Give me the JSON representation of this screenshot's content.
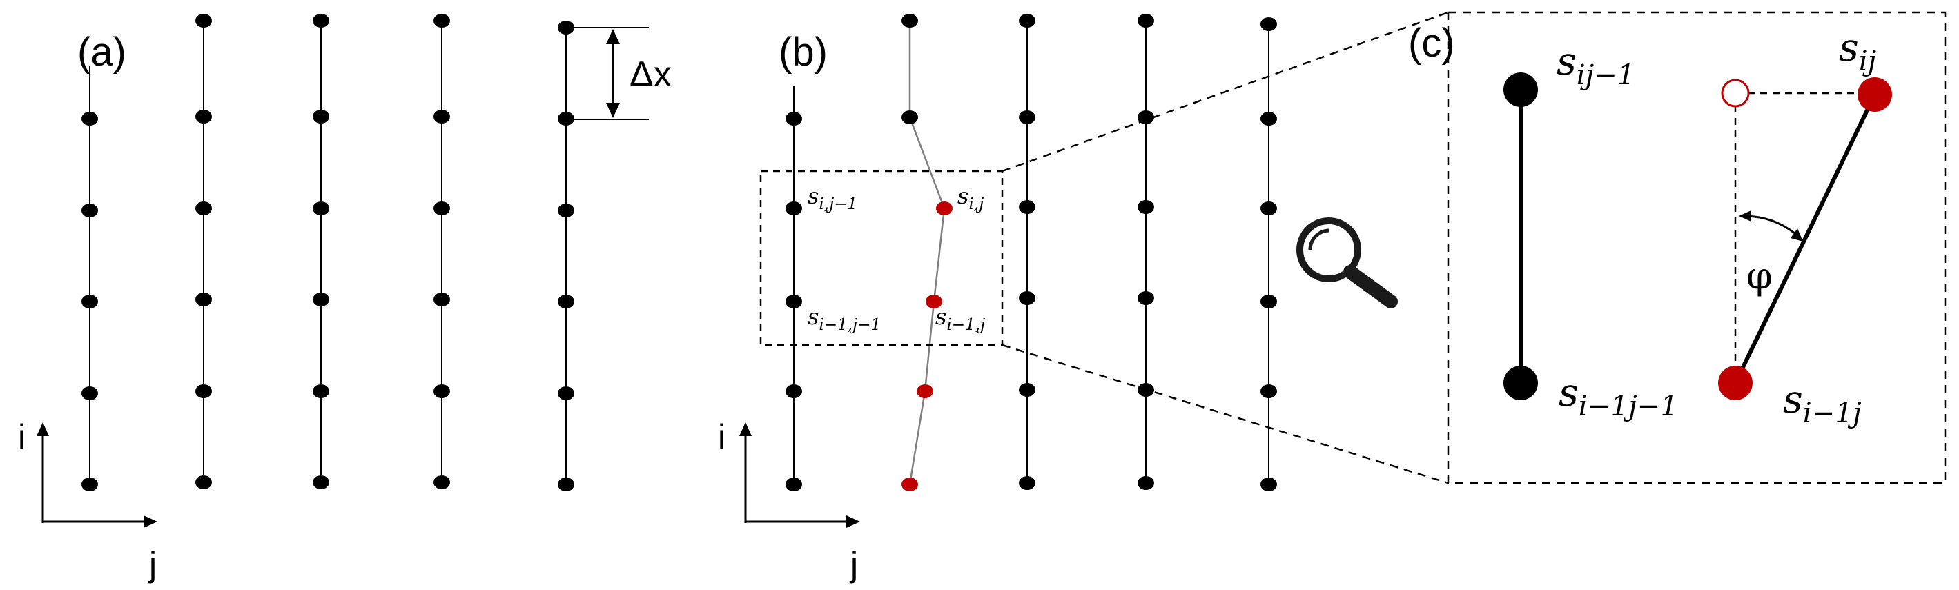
{
  "panels": {
    "a": "(a)",
    "b": "(b)",
    "c": "(c)"
  },
  "axes": {
    "i": "i",
    "j": "j"
  },
  "spacing_label": "Δx",
  "angle_label": "φ",
  "nodes_b": {
    "s_ij1": {
      "base": "s",
      "sub": "i,j−1"
    },
    "s_ij": {
      "base": "s",
      "sub": "i,j"
    },
    "s_i1j1": {
      "base": "s",
      "sub": "i−1,j−1"
    },
    "s_i1j": {
      "base": "s",
      "sub": "i−1,j"
    }
  },
  "nodes_c": {
    "s_ij1": {
      "base": "s",
      "sub": "ij−1"
    },
    "s_ij": {
      "base": "s",
      "sub": "ij"
    },
    "s_i1j1": {
      "base": "s",
      "sub": "i−1j−1"
    },
    "s_i1j": {
      "base": "s",
      "sub": "i−1j"
    }
  },
  "icon": "magnifier-icon",
  "colors": {
    "node": "#000000",
    "moved_node": "#c00000",
    "line": "#000000",
    "moved_line": "#7f7f7f"
  }
}
